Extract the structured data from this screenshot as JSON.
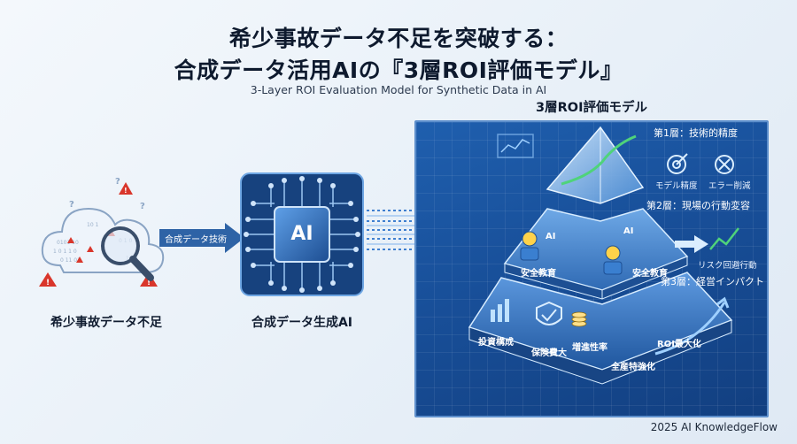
{
  "header": {
    "title_line1": "希少事故データ不足を突破する：",
    "title_line2": "合成データ活用AIの『3層ROI評価モデル』",
    "subtitle": "3-Layer ROI Evaluation Model for Synthetic Data in AI"
  },
  "flow": {
    "source_caption": "希少事故データ不足",
    "arrow_label": "合成データ技術",
    "ai_chip_label": "AI",
    "ai_caption": "合成データ生成AI"
  },
  "model": {
    "panel_title": "3層ROI評価モデル",
    "layer1": {
      "label": "第1層：技術的精度",
      "items": [
        "モデル精度",
        "エラー削減"
      ]
    },
    "layer2": {
      "label": "第2層：現場の行動変容",
      "chip_labels": [
        "AI",
        "AI"
      ],
      "face_items": [
        "安全教育",
        "安全教育"
      ],
      "outcome": "リスク回避行動"
    },
    "layer3": {
      "label": "第3層：経営インパクト",
      "face_items": [
        "投資構成",
        "保険費大",
        "増進性率",
        "全産特強化",
        "ROI最大化"
      ]
    }
  },
  "footer": "2025 AI KnowledgeFlow",
  "colors": {
    "panel_blue": "#1a57a3",
    "warning_red": "#d9362b",
    "growth_green": "#4fd37a",
    "arrow_blue": "#2e63a6"
  }
}
